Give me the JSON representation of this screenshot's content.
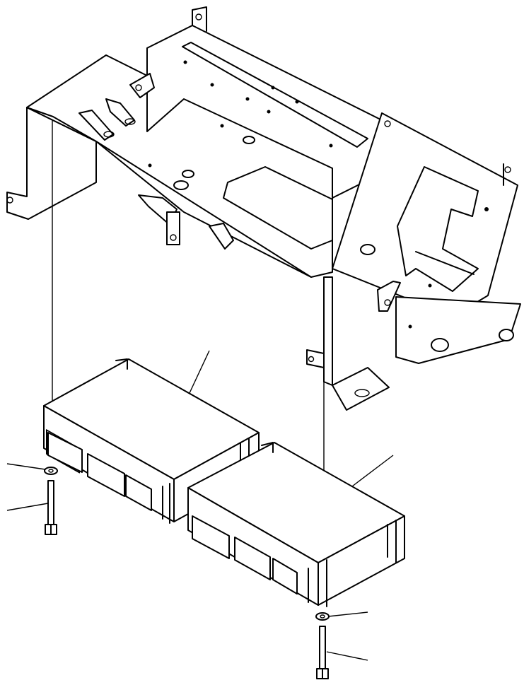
{
  "diagram": {
    "type": "exploded-parts-view",
    "parts": [
      "mounting-bracket",
      "controller-unit-upper",
      "controller-unit-lower",
      "washer-left",
      "bolt-left",
      "washer-right",
      "bolt-right"
    ],
    "callout_count": 6,
    "callout_labels": []
  }
}
